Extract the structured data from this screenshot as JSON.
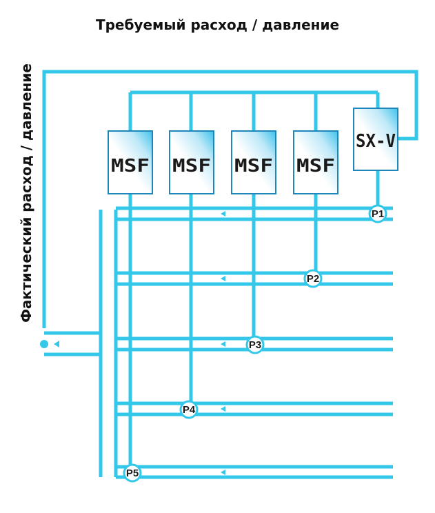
{
  "titles": {
    "top": "Требуемый расход / давление",
    "side": "Фактический расход / давление"
  },
  "colors": {
    "pipe": "#33c7ea",
    "unit_border": "#1e86b8",
    "text": "#111111"
  },
  "units": [
    {
      "label": "MSF"
    },
    {
      "label": "MSF"
    },
    {
      "label": "MSF"
    },
    {
      "label": "MSF"
    },
    {
      "label": "SX-V"
    }
  ],
  "nodes": [
    {
      "label": "P1"
    },
    {
      "label": "P2"
    },
    {
      "label": "P3"
    },
    {
      "label": "P4"
    },
    {
      "label": "P5"
    }
  ]
}
